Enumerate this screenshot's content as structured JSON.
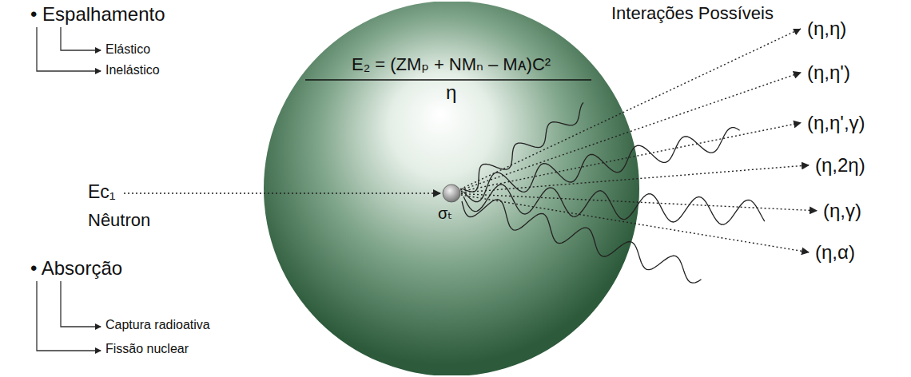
{
  "diagram": {
    "nodes": [
      {
        "text": [
          "E₂ = (ZMₚ + NMₙ – Mᴀ)C²",
          "η",
          "σₜ"
        ]
      }
    ],
    "labels": [
      "• Espalhamento",
      "Elástico",
      "Inelástico",
      "Eᴄ₁",
      "Nêutron",
      "• Absorção",
      "Captura radioativa",
      "Fissão nuclear",
      "Interações Possíveis",
      "(η,η)",
      "(η,η')",
      "(η,η',γ)",
      "(η,2η)",
      "(η,γ)",
      "(η,α)"
    ]
  }
}
